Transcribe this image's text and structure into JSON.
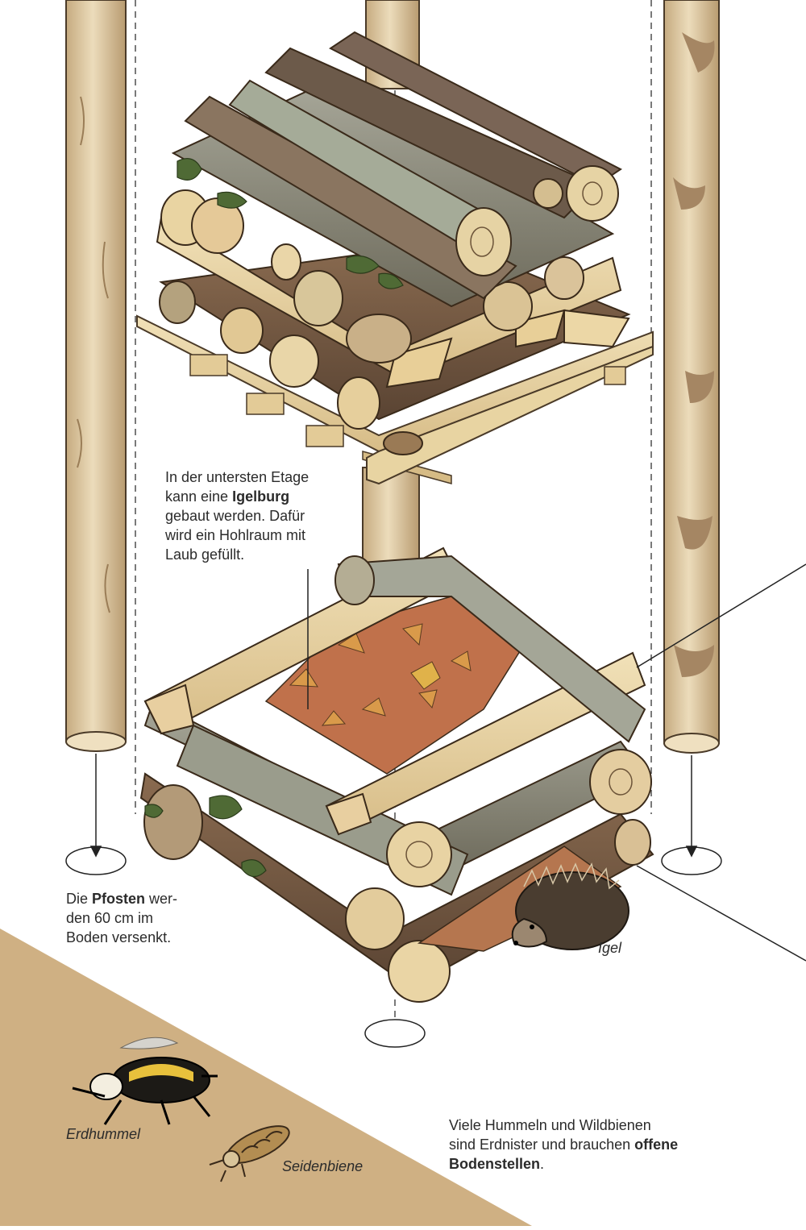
{
  "labels": {
    "igelburg": {
      "line1": "In der untersten Etage",
      "line2_pre": "kann eine ",
      "line2_bold": "Igelburg",
      "line3": "gebaut werden. Dafür",
      "line4": "wird ein Hohlraum mit",
      "line5": "Laub gefüllt."
    },
    "pfosten": {
      "line1_pre": "Die ",
      "line1_bold": "Pfosten",
      "line1_post": " wer-",
      "line2": "den 60 cm im",
      "line3": "Boden versenkt."
    },
    "igel": "Igel",
    "erdhummel": "Erdhummel",
    "seidenbiene": "Seidenbiene",
    "hummeln": {
      "line1": "Viele Hummeln und Wildbienen",
      "line2_pre": "sind Erdnister und brauchen ",
      "line2_bold": "offene",
      "line3_bold": "Bodenstellen",
      "line3_post": "."
    }
  },
  "colors": {
    "post_light": "#e4d2ad",
    "post_dark": "#a2865f",
    "ground_sand": "#cfb083",
    "leaves": "#b8684a",
    "bark_grey": "#8d8f82",
    "wood_light": "#e9d4a3"
  }
}
